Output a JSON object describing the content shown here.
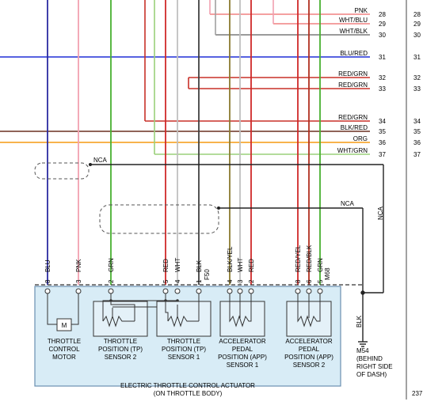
{
  "right_wires": [
    {
      "label": "PNK",
      "pin": "28",
      "color": "#f08080"
    },
    {
      "label": "WHT/BLU",
      "pin": "29",
      "color": "#f08080"
    },
    {
      "label": "WHT/BLK",
      "pin": "30",
      "color": "#7a7a7a"
    },
    {
      "label": "BLU/RED",
      "pin": "31",
      "color": "#1f2fd6"
    },
    {
      "label": "RED/GRN",
      "pin": "32",
      "color": "#c83028"
    },
    {
      "label": "RED/GRN",
      "pin": "33",
      "color": "#c83028"
    },
    {
      "label": "RED/GRN",
      "pin": "34",
      "color": "#c83028"
    },
    {
      "label": "BLK/RED",
      "pin": "35",
      "color": "#6a3020"
    },
    {
      "label": "ORG",
      "pin": "36",
      "color": "#f59a10"
    },
    {
      "label": "WHT/GRN",
      "pin": "37",
      "color": "#9ad07a"
    }
  ],
  "far_right_pins": [
    "28",
    "29",
    "30",
    "31",
    "32",
    "33",
    "34",
    "35",
    "36",
    "37"
  ],
  "page_corner": "237",
  "nca_labels": [
    "NCA",
    "NCA",
    "NCA"
  ],
  "connector_f50": "F50",
  "connector_m68": "M68",
  "f50_pins": [
    {
      "pin": "8",
      "wire": "BLU"
    },
    {
      "pin": "3",
      "wire": "PNK"
    },
    {
      "pin": "2",
      "wire": "GRN"
    },
    {
      "pin": "5",
      "wire": "RED"
    },
    {
      "pin": "4",
      "wire": "WHT"
    },
    {
      "pin": "1",
      "wire": "BLK"
    }
  ],
  "m68_pins": [
    {
      "pin": "4",
      "wire": "BLK/YEL"
    },
    {
      "pin": "3",
      "wire": "WHT"
    },
    {
      "pin": "2",
      "wire": "RED"
    },
    {
      "pin": "8",
      "wire": "RED/YEL"
    },
    {
      "pin": "6",
      "wire": "RED/BLK"
    },
    {
      "pin": "5",
      "wire": "GRN"
    }
  ],
  "ground_wire": "BLK",
  "ground_note": [
    "M54",
    "(BEHIND",
    "RIGHT SIDE",
    "OF DASH)"
  ],
  "components": [
    {
      "lines": [
        "THROTTLE",
        "CONTROL",
        "MOTOR"
      ]
    },
    {
      "lines": [
        "THROTTLE",
        "POSITION (TP)",
        "SENSOR 2"
      ]
    },
    {
      "lines": [
        "THROTTLE",
        "POSITION (TP)",
        "SENSOR 1"
      ]
    },
    {
      "lines": [
        "ACCELERATOR",
        "PEDAL",
        "POSITION (APP)",
        "SENSOR 1"
      ]
    },
    {
      "lines": [
        "ACCELERATOR",
        "PEDAL",
        "POSITION (APP)",
        "SENSOR 2"
      ]
    }
  ],
  "motor_symbol": "M",
  "box_caption": [
    "ELECTRIC THROTTLE CONTROL ACTUATOR",
    "(ON THROTTLE BODY)"
  ],
  "colors": {
    "box_fill": "#d8ecf6",
    "box_stroke": "#6a8fb0",
    "blu": "#2a2aa0",
    "pnk": "#f2a0b0",
    "grn": "#48b030",
    "red": "#d02828",
    "wht": "#b8b8b8",
    "blk": "#303030"
  }
}
